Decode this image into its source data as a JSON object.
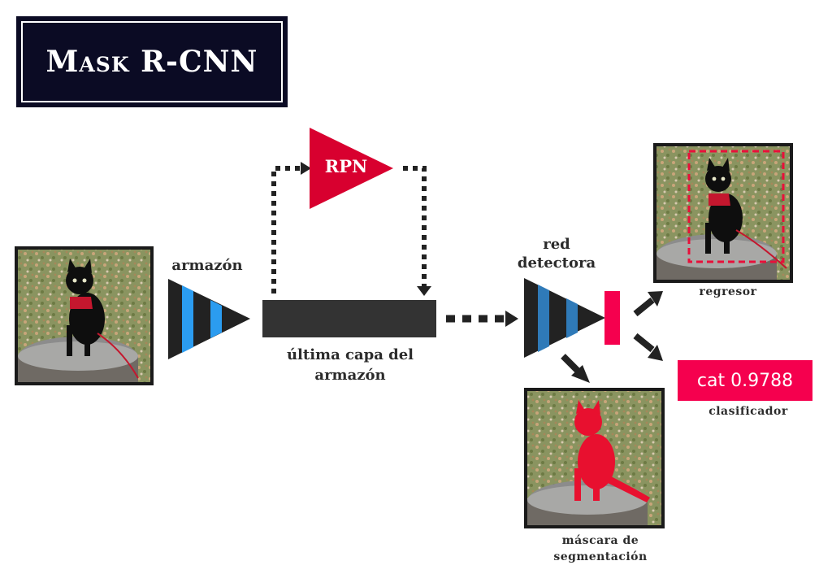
{
  "title": "Mask R-CNN",
  "labels": {
    "rpn": "RPN",
    "backbone": "armazón",
    "last_layer_line1": "última capa del",
    "last_layer_line2": "armazón",
    "detector_line1": "red",
    "detector_line2": "detectora",
    "regressor": "regresor",
    "classifier": "clasificador",
    "mask_line1": "máscara de",
    "mask_line2": "segmentación"
  },
  "score": "cat 0.9788",
  "colors": {
    "accent_red": "#d8002f",
    "score_pink": "#f5004e",
    "backbone_blue": "#2b9cf0",
    "detector_blue": "#2f7ab8",
    "dark": "#222222",
    "title_bg": "#0b0b24"
  },
  "icons": [
    "cat-photo-icon",
    "cat-bbox-photo-icon",
    "cat-mask-photo-icon",
    "arrow-icon"
  ]
}
